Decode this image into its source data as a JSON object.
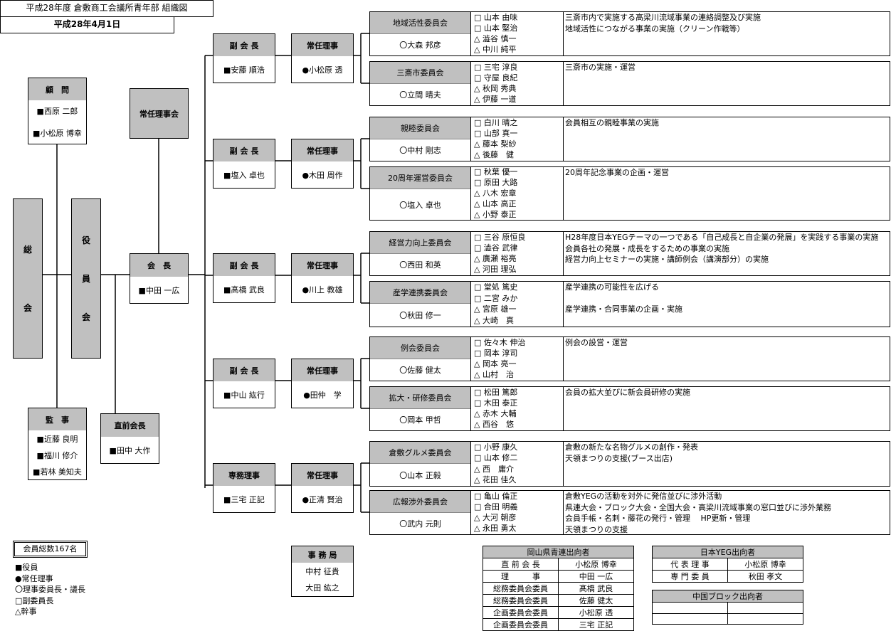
{
  "header": {
    "title": "平成28年度 倉敷商工会議所青年部 組織図",
    "date": "平成28年4月1日"
  },
  "advisors": {
    "title": "顧　問",
    "members": [
      "■西原 二郎",
      "■小松原 博幸"
    ]
  },
  "standing_board": {
    "title": "常任理事会"
  },
  "general_meeting": {
    "chars": [
      "総",
      "会"
    ]
  },
  "officers_meeting": {
    "chars": [
      "役",
      "員",
      "会"
    ]
  },
  "president": {
    "title": "会　長",
    "name": "■中田 一広"
  },
  "auditors": {
    "title": "監　事",
    "members": [
      "■近藤 良明",
      "■福川 修介",
      "■若林 美知夫"
    ]
  },
  "past_president": {
    "title": "直前会長",
    "name": "■田中 大作"
  },
  "groups": [
    {
      "vp_title": "副 会 長",
      "vp": "■安藤 順浩",
      "dir_title": "常任理事",
      "dir": "●小松原 透",
      "committees": [
        {
          "name": "地域活性委員会",
          "chair": "〇大森 邦彦",
          "members": [
            "□ 山本 由味",
            "□ 山本 堅治",
            "△ 澁谷 慎一",
            "△ 中川 純平"
          ],
          "desc": [
            "三斎市内で実施する高梁川流域事業の連絡調整及び実施",
            "地域活性につながる事業の実施（クリーン作戦等）"
          ]
        },
        {
          "name": "三斎市委員会",
          "chair": "〇立間 晴夫",
          "members": [
            "□ 三宅 淳良",
            "□ 守屋 良紀",
            "△ 秋岡 秀典",
            "△ 伊藤 一道"
          ],
          "desc": [
            "三斎市の実施・運営"
          ]
        }
      ]
    },
    {
      "vp_title": "副 会 長",
      "vp": "■塩入 卓也",
      "dir_title": "常任理事",
      "dir": "●木田 周作",
      "committees": [
        {
          "name": "親睦委員会",
          "chair": "〇中村 剛志",
          "members": [
            "□ 白川 晴之",
            "□ 山部 真一",
            "△ 藤本 梨紗",
            "△ 後藤　健"
          ],
          "desc": [
            "会員相互の親睦事業の実施"
          ]
        },
        {
          "name": "20周年運営委員会",
          "chair": "〇塩入 卓也",
          "members": [
            "□ 秋葉 優一",
            "□ 原田 大路",
            "△ 八木 宏章",
            "△ 山本 高正",
            "△ 小野 泰正"
          ],
          "desc": [
            "20周年記念事業の企画・運営"
          ]
        }
      ]
    },
    {
      "vp_title": "副 会 長",
      "vp": "■髙橋 武良",
      "dir_title": "常任理事",
      "dir": "●川上 教雄",
      "committees": [
        {
          "name": "経営力向上委員会",
          "chair": "〇西田 和英",
          "members": [
            "□ 三谷 原恒良",
            "□ 澁谷 武律",
            "△ 廣瀬 裕亮",
            "△ 河田 理弘"
          ],
          "desc": [
            "H28年度日本YEGテーマの一つである「自己成長と自企業の発展」を実践する事業の実施",
            "会員各社の発展・成長をするための事業の実施",
            "経営力向上セミナーの実施・講師例会（講演部分）の実施"
          ]
        },
        {
          "name": "産学連携委員会",
          "chair": "〇秋田 修一",
          "members": [
            "□ 堂処 篤史",
            "□ 二宮 みか",
            "△ 宮原 雄一",
            "△ 大崎　真"
          ],
          "desc": [
            "産学連携の可能性を広げる",
            "",
            "産学連携・合同事業の企画・実施"
          ]
        }
      ]
    },
    {
      "vp_title": "副 会 長",
      "vp": "■中山 紘行",
      "dir_title": "常任理事",
      "dir": "●田仲　学",
      "committees": [
        {
          "name": "例会委員会",
          "chair": "〇佐藤 健太",
          "members": [
            "□ 佐々木 伸治",
            "□ 岡本 淳司",
            "△ 岡本 亮一",
            "△ 山村　治"
          ],
          "desc": [
            "例会の設営・運営"
          ]
        },
        {
          "name": "拡大・研修委員会",
          "chair": "〇岡本 甲哲",
          "members": [
            "□ 松田 篤郎",
            "□ 木田 泰正",
            "△ 赤木 大輔",
            "△ 西谷　悠"
          ],
          "desc": [
            "会員の拡大並びに新会員研修の実施"
          ]
        }
      ]
    },
    {
      "vp_title": "専務理事",
      "vp": "■三宅 正記",
      "dir_title": "常任理事",
      "dir": "●正清 賢治",
      "committees": [
        {
          "name": "倉敷グルメ委員会",
          "chair": "〇山本 正毅",
          "members": [
            "□ 小野 康久",
            "□ 山本 修二",
            "△ 西　庸介",
            "△ 花田 佳久"
          ],
          "desc": [
            "倉敷の新たな名物グルメの創作・発表",
            "天領まつりの支援(ブース出店)"
          ]
        },
        {
          "name": "広報渉外委員会",
          "chair": "〇武内 元則",
          "members": [
            "□ 亀山 倫正",
            "□ 合田 明義",
            "△ 大河 朝彦",
            "△ 永田 勇太"
          ],
          "desc": [
            "倉敷YEGの活動を対外に発信並びに渉外活動",
            "県連大会・ブロック大会・全国大会・高梁川流域事業の窓口並びに渉外業務",
            "会員手帳・名刺・藤花の発行・管理　 HP更新・管理",
            "天領まつりの支援"
          ]
        }
      ]
    }
  ],
  "member_total": "会員総数167名",
  "legend": [
    "■役員",
    "●常任理事",
    "〇理事委員長・議長",
    "□副委員長",
    "△幹事"
  ],
  "secretariat": {
    "title": "事 務 局",
    "members": [
      "中村 征貴",
      "大田 紘之"
    ]
  },
  "okayama": {
    "title": "岡山県青連出向者",
    "rows": [
      [
        "直 前 会 長",
        "小松原 博幸"
      ],
      [
        "理　　　事",
        "中田 一広"
      ],
      [
        "総務委員会委員",
        "髙橋 武良"
      ],
      [
        "総務委員会委員",
        "佐藤 健太"
      ],
      [
        "企画委員会委員",
        "小松原 透"
      ],
      [
        "企画委員会委員",
        "三宅 正記"
      ]
    ]
  },
  "japan_yeg": {
    "title": "日本YEG出向者",
    "rows": [
      [
        "代 表 理 事",
        "小松原 博幸"
      ],
      [
        "専 門 委 員",
        "秋田 孝文"
      ]
    ]
  },
  "chugoku_block": {
    "title": "中国ブロック出向者",
    "rows": [
      [
        "",
        ""
      ],
      [
        "",
        ""
      ]
    ]
  }
}
